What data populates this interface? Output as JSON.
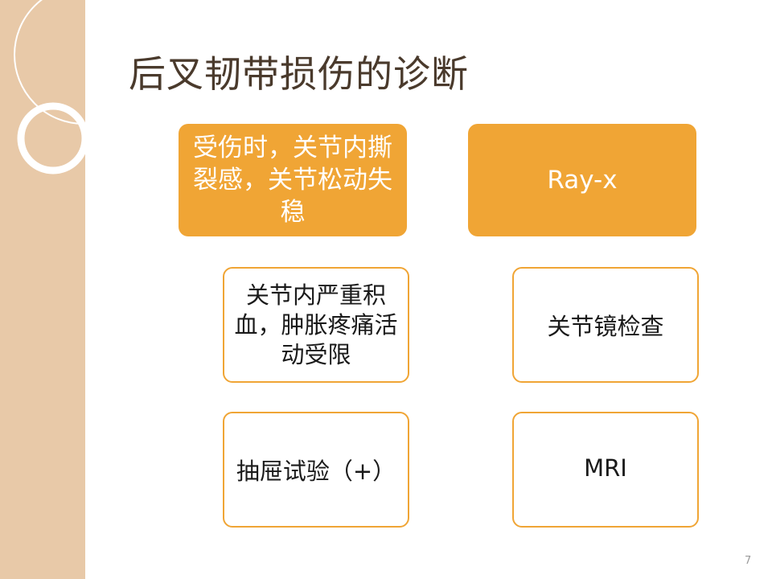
{
  "slide": {
    "title": "后叉韧带损伤的诊断",
    "page_number": "7"
  },
  "boxes": {
    "symptom": "受伤时，关节内撕裂感，关节松动失稳",
    "ray": "Ray-x",
    "swelling": "关节内严重积血，肿胀疼痛活动受限",
    "arthroscopy": "关节镜检查",
    "drawer_test": "抽屉试验（+）",
    "mri": "MRI"
  },
  "colors": {
    "accent": "#f0a535",
    "side_band": "#e8c9a8",
    "title_text": "#4a3a2c"
  }
}
